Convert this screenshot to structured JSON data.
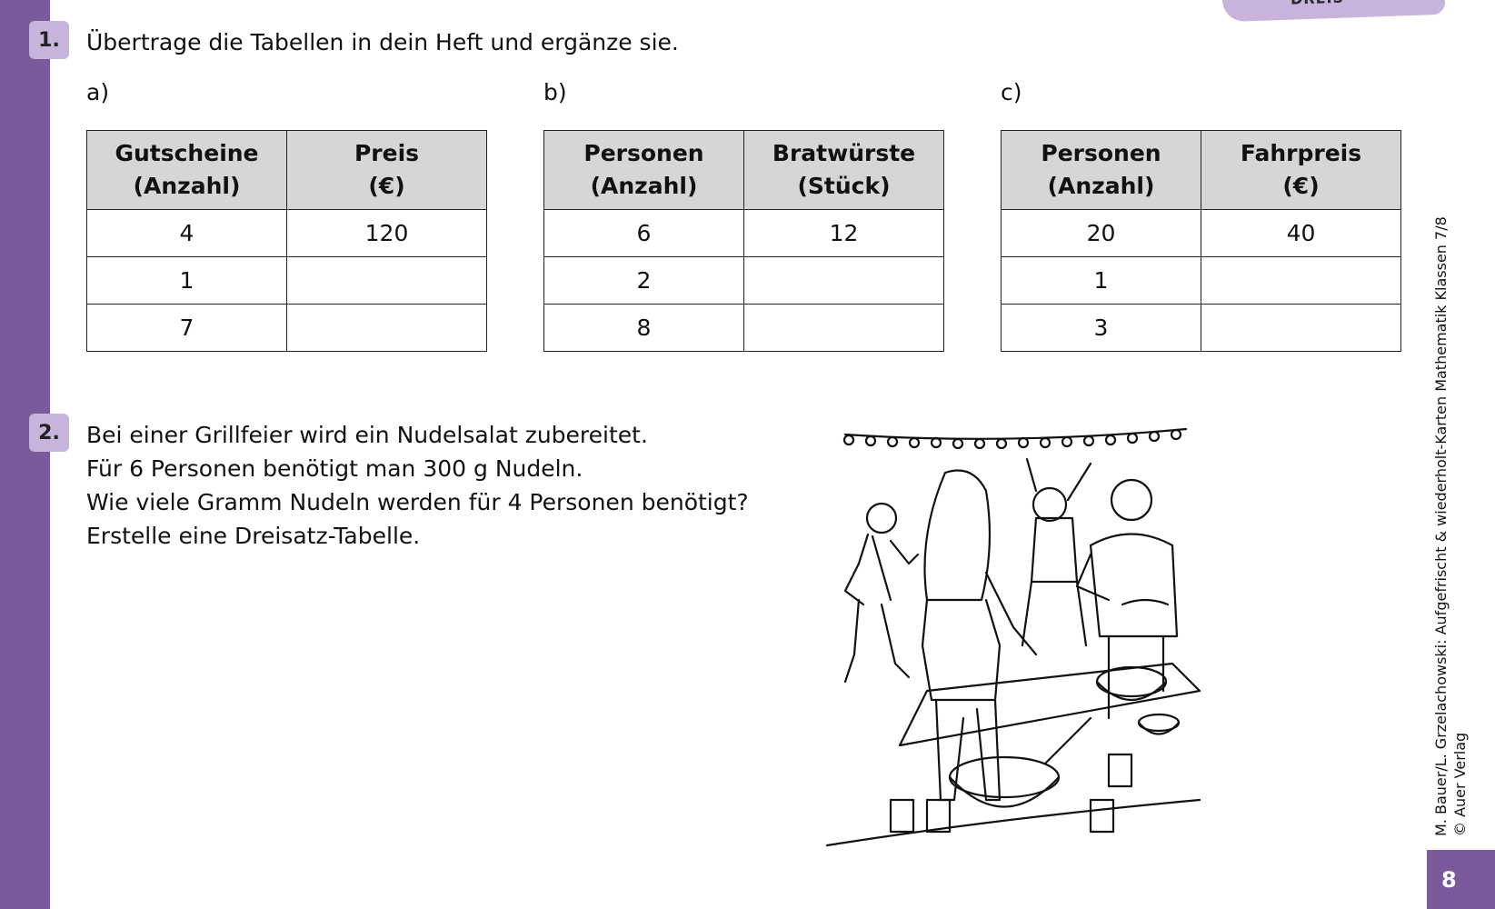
{
  "tab_label": "DREIS",
  "task1": {
    "number": "1.",
    "instruction": "Übertrage die Tabellen in dein Heft und ergänze sie.",
    "tables": [
      {
        "label": "a)",
        "headers": [
          [
            "Gutscheine",
            "(Anzahl)"
          ],
          [
            "Preis",
            "(€)"
          ]
        ],
        "rows": [
          [
            "4",
            "120"
          ],
          [
            "1",
            ""
          ],
          [
            "7",
            ""
          ]
        ]
      },
      {
        "label": "b)",
        "headers": [
          [
            "Personen",
            "(Anzahl)"
          ],
          [
            "Bratwürste",
            "(Stück)"
          ]
        ],
        "rows": [
          [
            "6",
            "12"
          ],
          [
            "2",
            ""
          ],
          [
            "8",
            ""
          ]
        ]
      },
      {
        "label": "c)",
        "headers": [
          [
            "Personen",
            "(Anzahl)"
          ],
          [
            "Fahrpreis",
            "(€)"
          ]
        ],
        "rows": [
          [
            "20",
            "40"
          ],
          [
            "1",
            ""
          ],
          [
            "3",
            ""
          ]
        ]
      }
    ]
  },
  "task2": {
    "number": "2.",
    "lines": [
      "Bei einer Grillfeier wird ein Nudelsalat zubereitet.",
      "Für 6 Personen benötigt man 300 g Nudeln.",
      "Wie viele Gramm Nudeln werden für 4 Personen benötigt?",
      "Erstelle eine Dreisatz-Tabelle."
    ]
  },
  "credit": {
    "line1": "M. Bauer/L. Grzelachowski: Aufgefrischt & wiederholt-Karten Mathematik Klassen 7/8",
    "line2": "© Auer Verlag"
  },
  "page_number": "8",
  "colors": {
    "accent_purple": "#7b5a9b",
    "light_purple": "#c8b3dc",
    "header_gray": "#d6d6d6"
  }
}
